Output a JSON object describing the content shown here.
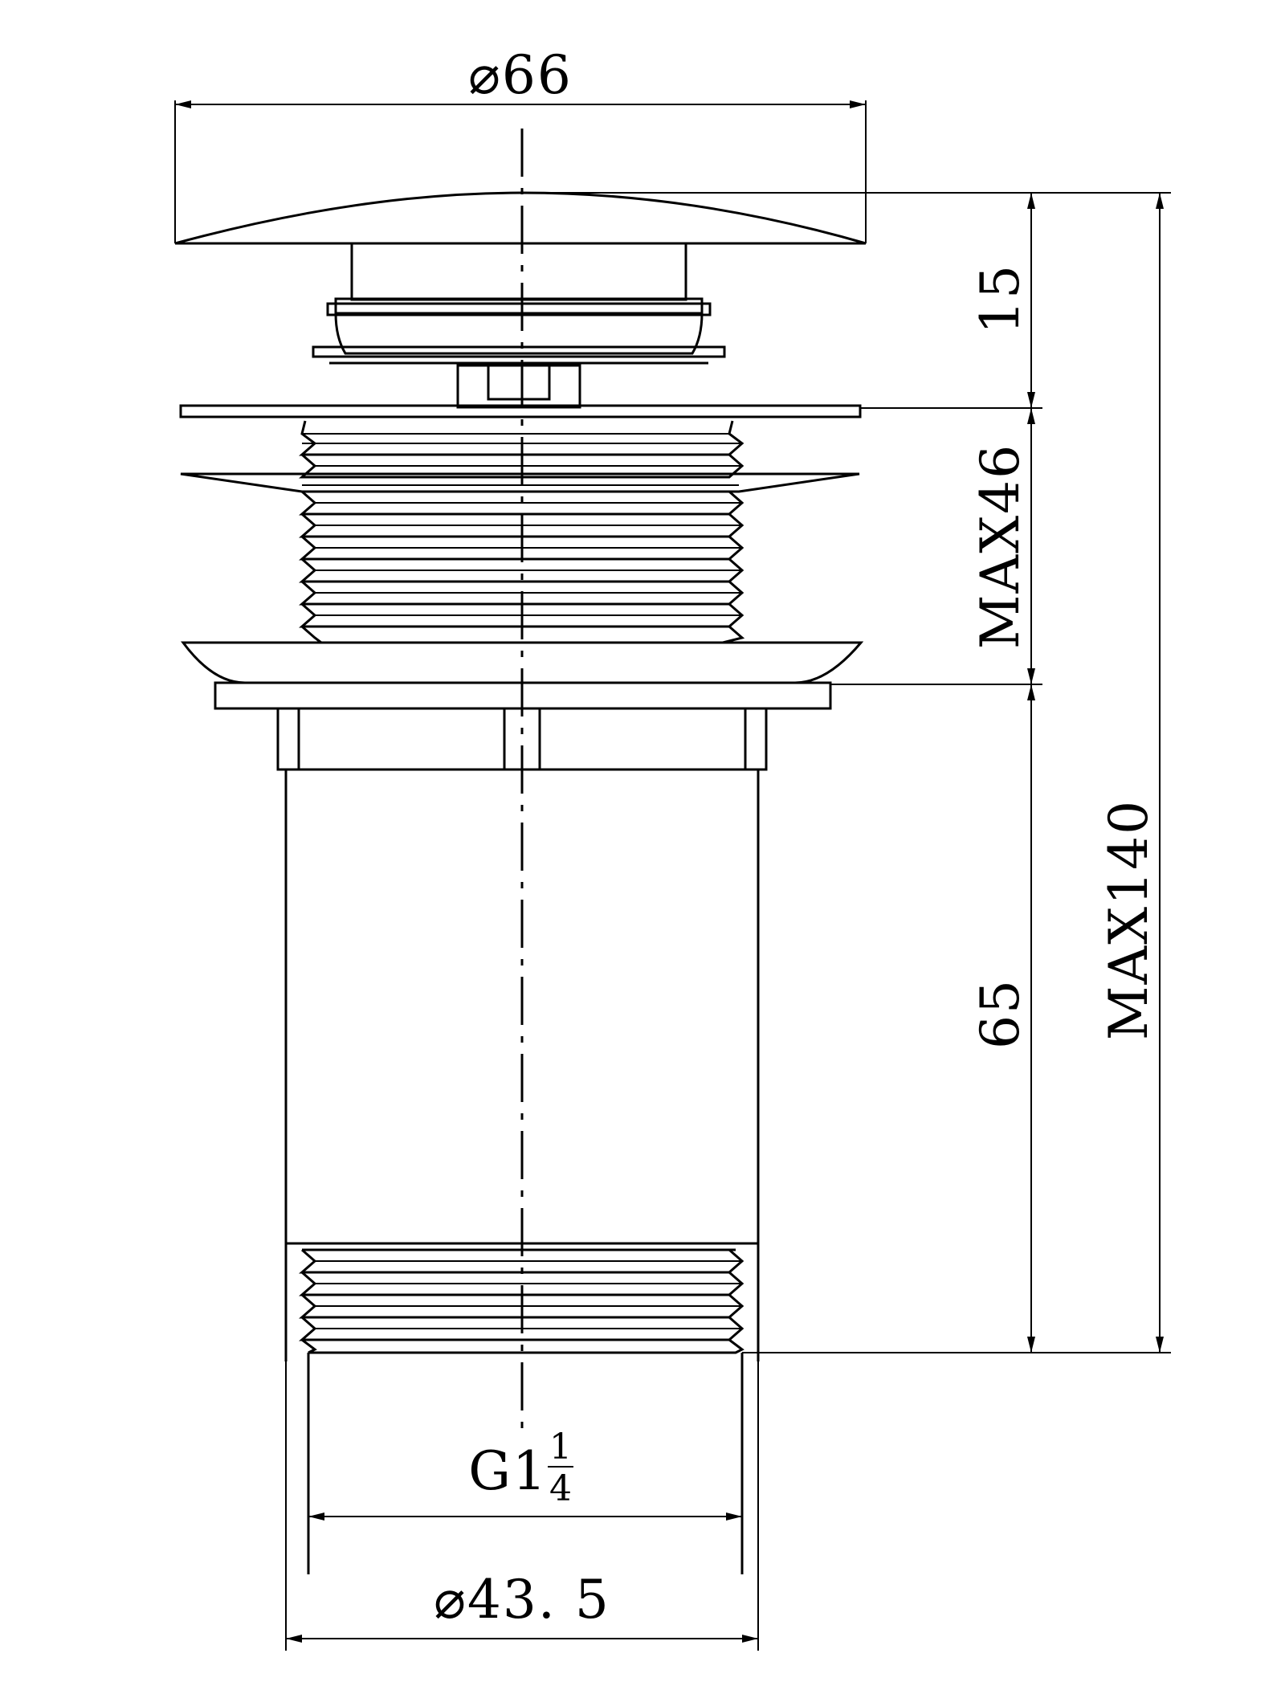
{
  "dimensions": {
    "cap_diameter": "⌀66",
    "cap_height": "15",
    "clamp_range": "MAX46",
    "body_length": "65",
    "overall_length": "MAX140",
    "thread_size_main": "G1",
    "thread_size_frac_num": "1",
    "thread_size_frac_den": "4",
    "outer_diameter": "⌀43. 5"
  },
  "colors": {
    "line": "#000000",
    "background": "#ffffff"
  }
}
